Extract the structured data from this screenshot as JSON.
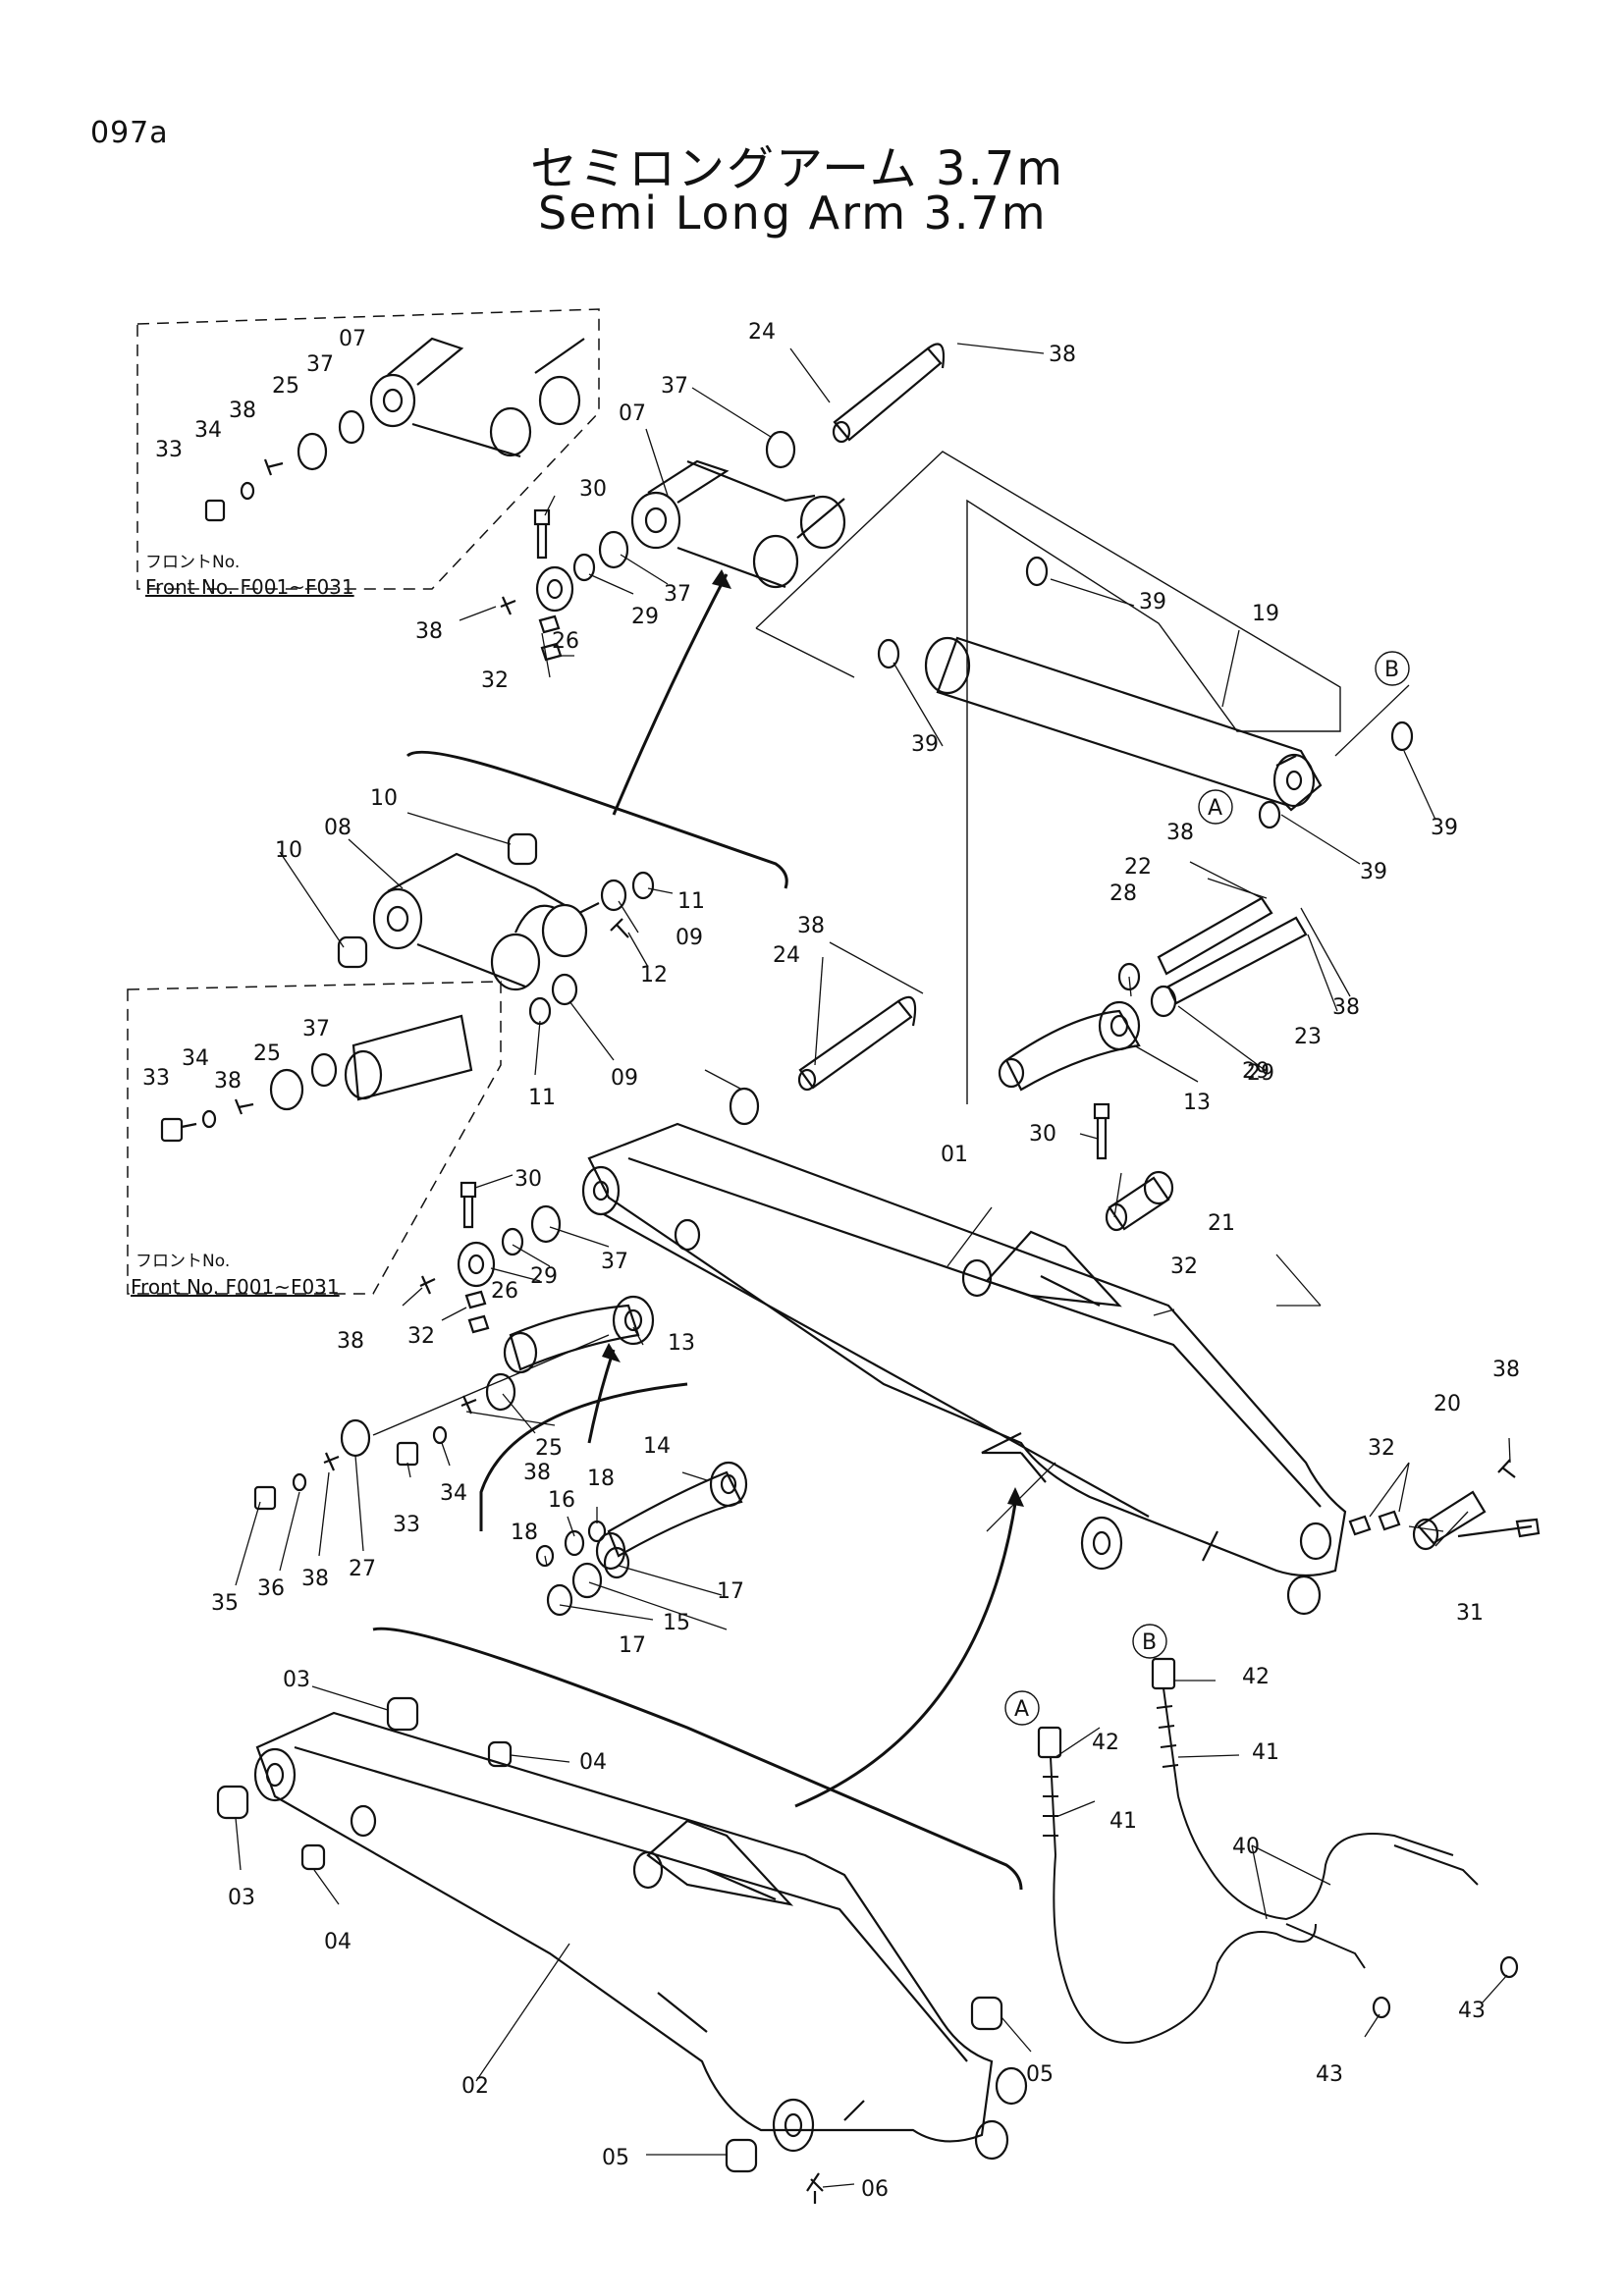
{
  "page_number": "097a",
  "title_jp": "セミロングアーム 3.7m",
  "title_en": "Semi Long Arm 3.7m",
  "notes": {
    "front_jp": "フロントNo.",
    "front_range": "Front No. F001~F031"
  },
  "callouts": {
    "A": "A",
    "B": "B"
  },
  "part_labels": [
    "01",
    "02",
    "03",
    "03",
    "04",
    "04",
    "05",
    "05",
    "06",
    "07",
    "07",
    "08",
    "09",
    "09",
    "10",
    "10",
    "11",
    "11",
    "12",
    "13",
    "13",
    "14",
    "15",
    "16",
    "17",
    "17",
    "18",
    "18",
    "19",
    "20",
    "21",
    "22",
    "23",
    "24",
    "24",
    "25",
    "25",
    "25",
    "26",
    "26",
    "27",
    "28",
    "29",
    "29",
    "29",
    "29",
    "30",
    "30",
    "30",
    "31",
    "32",
    "32",
    "32",
    "32",
    "33",
    "33",
    "33",
    "34",
    "34",
    "34",
    "35",
    "36",
    "37",
    "37",
    "37",
    "37",
    "37",
    "38",
    "38",
    "38",
    "38",
    "38",
    "38",
    "38",
    "38",
    "38",
    "38",
    "38",
    "39",
    "39",
    "39",
    "39",
    "40",
    "41",
    "41",
    "42",
    "42",
    "43",
    "43"
  ]
}
